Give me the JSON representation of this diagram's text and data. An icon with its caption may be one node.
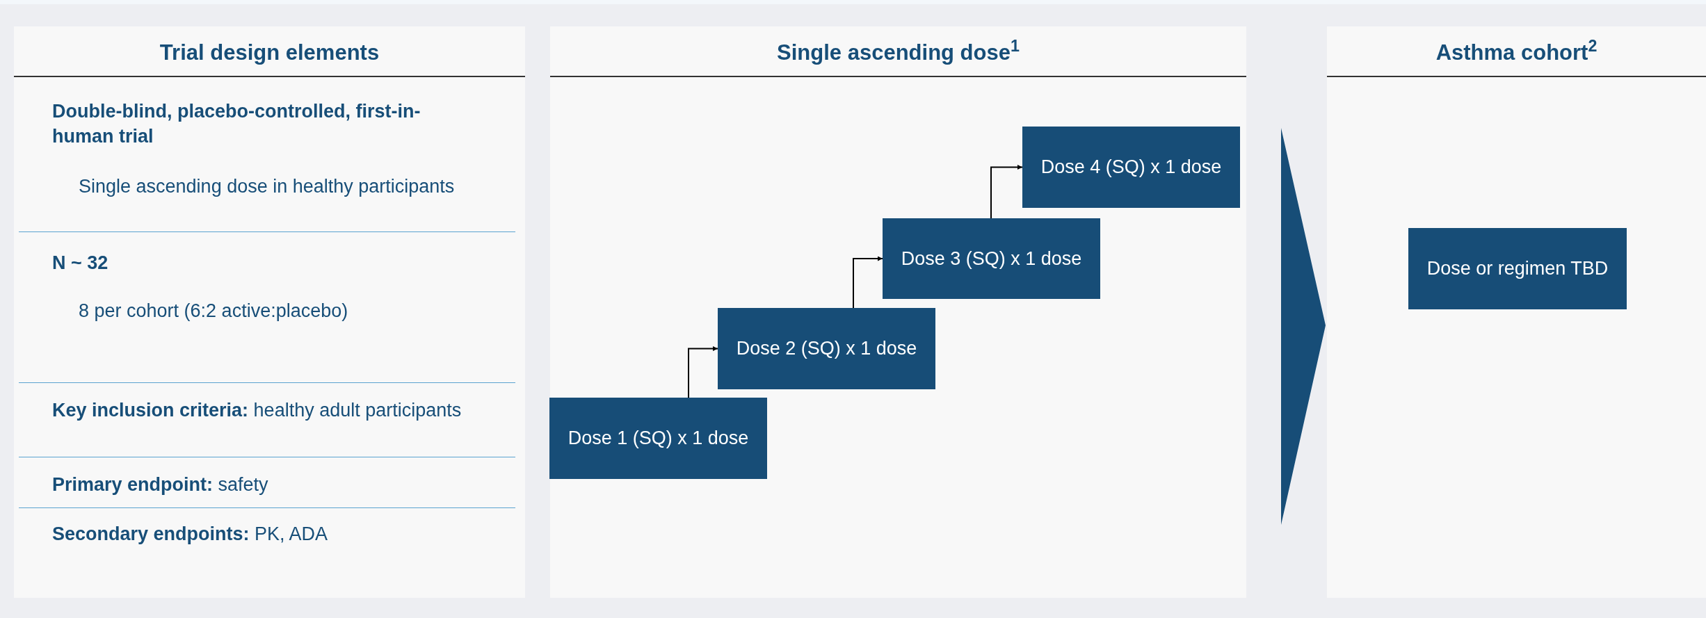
{
  "diagram": {
    "nodes": [
      {
        "text": [
          "Trial design elements",
          "Double-blind, placebo-controlled, first-in-human trial",
          "Single ascending dose in healthy participants",
          "N ~ 32",
          "8 per cohort (6:2 active:placebo)",
          "**Key inclusion criteria:** healthy adult participants",
          "**Primary endpoint:** safety",
          "**Secondary endpoints:** PK, ADA"
        ]
      },
      {
        "text": [
          "Single ascending dose$^{1}$"
        ]
      },
      {
        "text": [
          "Dose 1 (SQ) x 1 dose"
        ],
        "in": 1
      },
      {
        "text": [
          "Dose 2 (SQ) x 1 dose"
        ],
        "in": 1
      },
      {
        "text": [
          "Dose 3 (SQ) x 1 dose"
        ],
        "in": 1
      },
      {
        "text": [
          "Dose 4 (SQ) x 1 dose"
        ],
        "in": 1
      },
      {
        "text": [
          "Asthma cohort$^{2}$"
        ]
      },
      {
        "text": [
          "Dose or regimen TBD"
        ],
        "in": 6
      }
    ],
    "edges": [
      {
        "from": 2,
        "to": 3,
        "arrow": "to"
      },
      {
        "from": 3,
        "to": 4,
        "arrow": "to"
      },
      {
        "from": 4,
        "to": 5,
        "arrow": "to"
      },
      {
        "from": 1,
        "to": 6,
        "arrow": "to"
      }
    ]
  }
}
